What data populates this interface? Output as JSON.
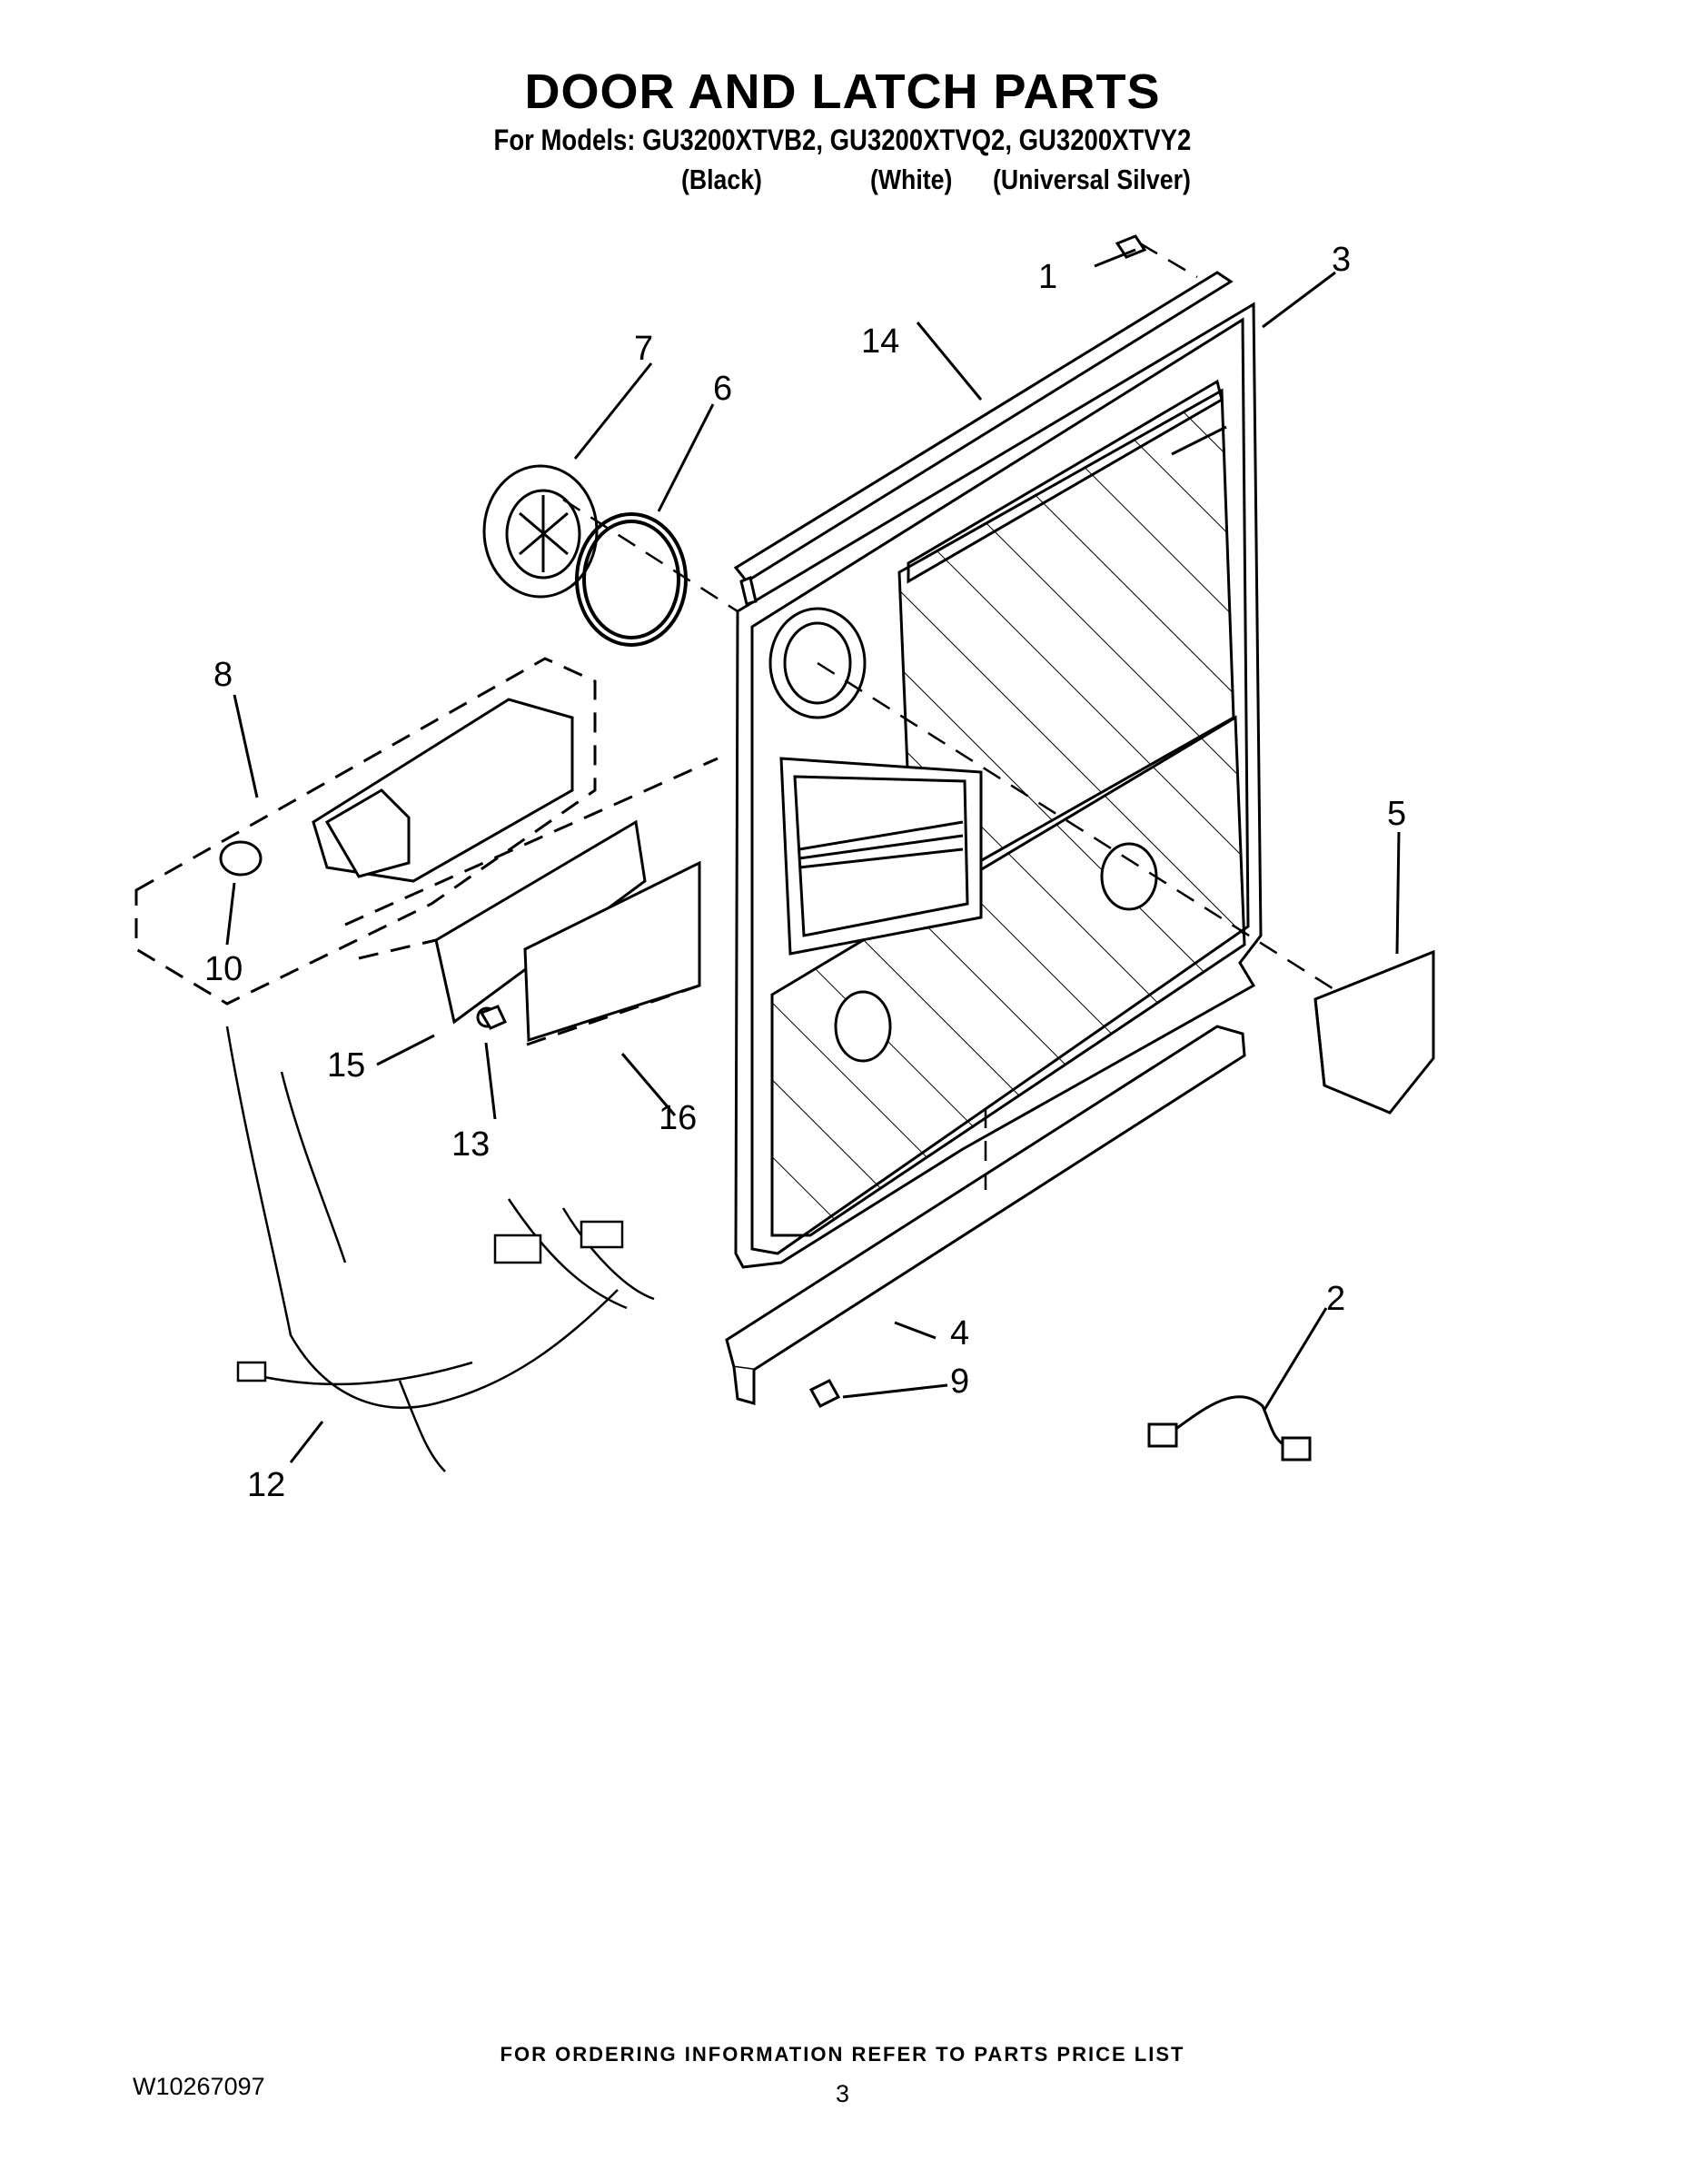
{
  "title": "DOOR AND LATCH PARTS",
  "models_line": "For Models: GU3200XTVB2, GU3200XTVQ2, GU3200XTVY2",
  "colors": [
    "(Black)",
    "(White)",
    "(Universal Silver)"
  ],
  "callouts": [
    "1",
    "2",
    "3",
    "4",
    "5",
    "6",
    "7",
    "8",
    "9",
    "10",
    "12",
    "13",
    "14",
    "15",
    "16"
  ],
  "footer": "FOR ORDERING INFORMATION REFER TO PARTS PRICE LIST",
  "doc_number": "W10267097",
  "page_number": "3"
}
